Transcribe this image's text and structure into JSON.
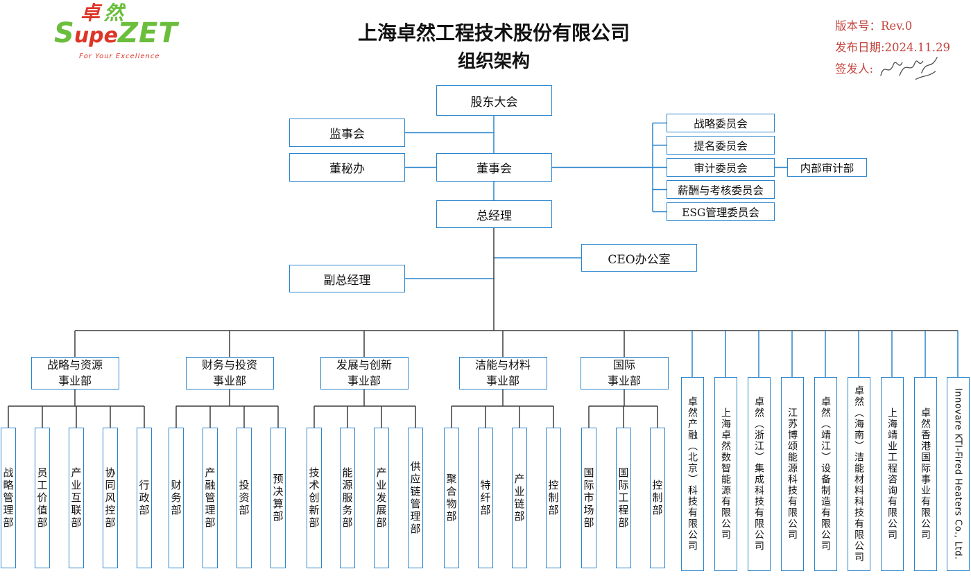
{
  "colors": {
    "box_border_blue": "#2b85cc",
    "connector_blue": "#2b85cc",
    "connector_dark": "#3c3c3c",
    "accent_red": "#c3433c",
    "logo_green": "#6abe3b",
    "logo_red": "#dd3526"
  },
  "header": {
    "logo": {
      "cn_char1": "卓",
      "cn_char2": "然",
      "latin_s": "S",
      "latin_upe": "upe",
      "latin_zet": "ZET",
      "tagline": "For Your Excellence"
    },
    "title_line1": "上海卓然工程技术股份有限公司",
    "title_line2": "组织架构",
    "version_line": "版本号：Rev.0",
    "date_line": "发布日期:2024.11.29",
    "signer_label": "签发人:"
  },
  "governance": {
    "shareholders": "股东大会",
    "supervisory_board": "监事会",
    "board_secretary_office": "董秘办",
    "board_of_directors": "董事会",
    "general_manager": "总经理",
    "ceo_office": "CEO办公室",
    "deputy_general_manager": "副总经理",
    "committees": [
      "战略委员会",
      "提名委员会",
      "审计委员会",
      "薪酬与考核委员会",
      "ESG管理委员会"
    ],
    "internal_audit_dept": "内部审计部"
  },
  "divisions": [
    {
      "line1": "战略与资源",
      "line2": "事业部",
      "departments": [
        "战略管理部",
        "员工价值部",
        "产业互联部",
        "协同风控部",
        "行政部"
      ]
    },
    {
      "line1": "财务与投资",
      "line2": "事业部",
      "departments": [
        "财务部",
        "产融管理部",
        "投资部",
        "预决算部"
      ]
    },
    {
      "line1": "发展与创新",
      "line2": "事业部",
      "departments": [
        "技术创新部",
        "能源服务部",
        "产业发展部",
        "供应链管理部"
      ]
    },
    {
      "line1": "洁能与材料",
      "line2": "事业部",
      "departments": [
        "聚合物部",
        "特纤部",
        "产业链部",
        "控制部"
      ]
    },
    {
      "line1": "国际",
      "line2": "事业部",
      "departments": [
        "国际市场部",
        "国际工程部",
        "控制部"
      ]
    }
  ],
  "subsidiaries": [
    "卓然产融（北京）科技有限公司",
    "上海卓然数智能源有限公司",
    "卓然（浙江）集成科技有限公司",
    "江苏博颂能源科技有限公司",
    "卓然（靖江）设备制造有限公司",
    "卓然（海南）洁能材料科技有限公司",
    "上海靖业工程咨询有限公司",
    "卓然香港国际事业有限公司",
    "Innovare KTI-Fired Heaters Co., Ltd."
  ]
}
